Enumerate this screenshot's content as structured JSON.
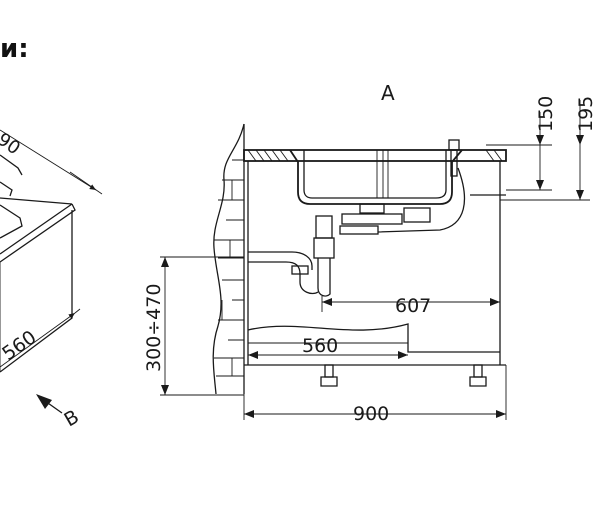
{
  "heading_fragment": "и:",
  "view_label_a": "A",
  "view_label_b": "B",
  "dimensions": {
    "depth_left": "560",
    "partial_top": "90",
    "height_150": "150",
    "height_195": "195",
    "drain_607": "607",
    "inner_560": "560",
    "range_300_470": "300÷470",
    "cabinet_900": "900"
  }
}
